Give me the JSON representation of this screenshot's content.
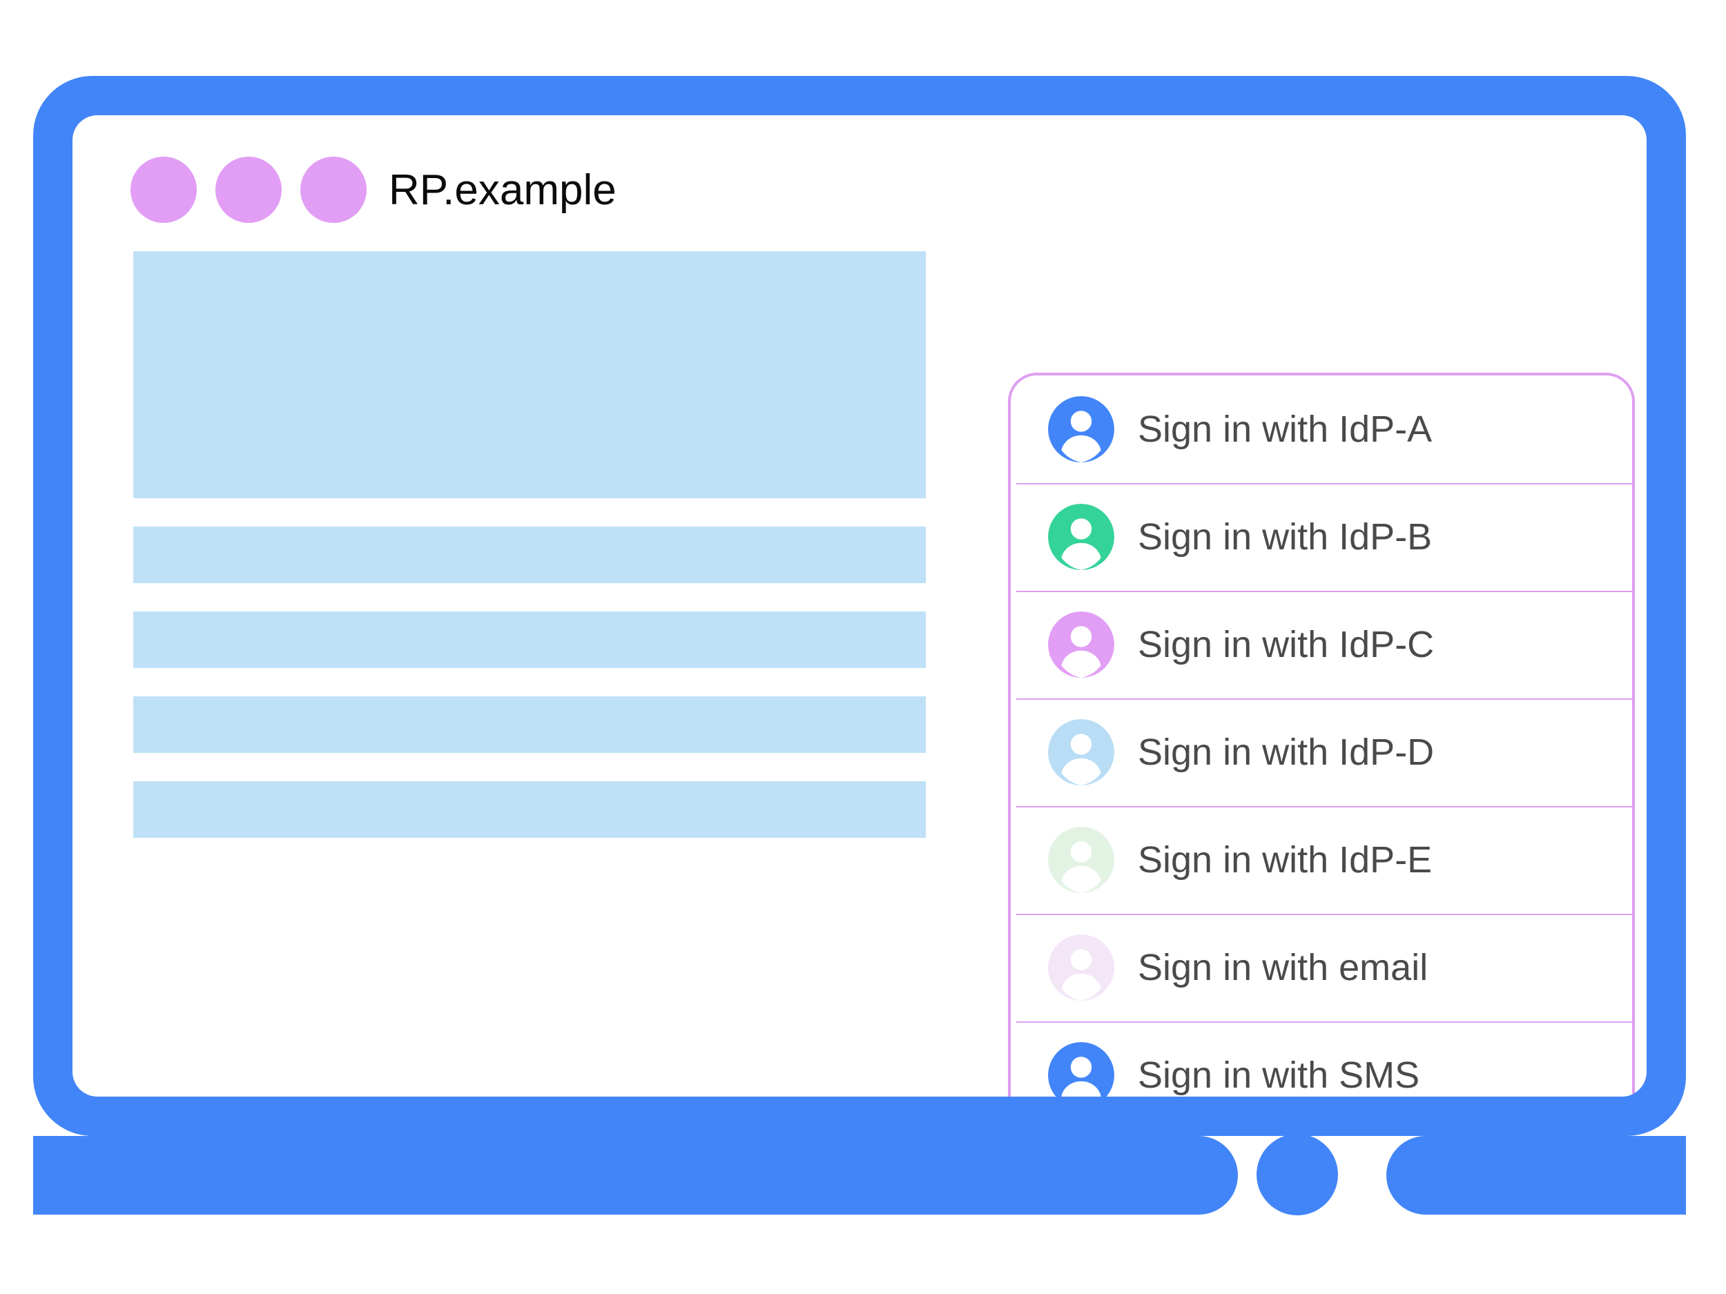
{
  "browser": {
    "title": "RP.example",
    "window_dots": [
      {
        "name": "window-dot-1",
        "color": "#e29ef5"
      },
      {
        "name": "window-dot-2",
        "color": "#e29ef5"
      },
      {
        "name": "window-dot-3",
        "color": "#e29ef5"
      }
    ],
    "frame_color": "#4285f8",
    "home_button": "home-button"
  },
  "content": {
    "placeholder_color": "#bfe1f7",
    "blocks": [
      {
        "name": "hero-placeholder"
      },
      {
        "name": "text-line-placeholder-1"
      },
      {
        "name": "text-line-placeholder-2"
      },
      {
        "name": "text-line-placeholder-3"
      },
      {
        "name": "text-line-placeholder-4"
      }
    ]
  },
  "account_chooser": {
    "border_color": "#de9ef0",
    "divider_color": "#de9ef0",
    "label_color": "#4a4a4a",
    "options": [
      {
        "label": "Sign in with IdP-A",
        "icon": "account-avatar-icon",
        "avatar_color": "#4285f8",
        "glyph_color": "#ffffff"
      },
      {
        "label": "Sign in with IdP-B",
        "icon": "account-avatar-icon",
        "avatar_color": "#34d399",
        "glyph_color": "#ffffff"
      },
      {
        "label": "Sign in with IdP-C",
        "icon": "account-avatar-icon",
        "avatar_color": "#e29ef5",
        "glyph_color": "#ffffff"
      },
      {
        "label": "Sign in with IdP-D",
        "icon": "account-avatar-icon",
        "avatar_color": "#b8ddf5",
        "glyph_color": "#ffffff"
      },
      {
        "label": "Sign in with IdP-E",
        "icon": "account-avatar-icon",
        "avatar_color": "#e2f3e4",
        "glyph_color": "#ffffff"
      },
      {
        "label": "Sign in with email",
        "icon": "account-avatar-icon",
        "avatar_color": "#f3e6f7",
        "glyph_color": "#ffffff"
      },
      {
        "label": "Sign in with SMS",
        "icon": "account-avatar-icon",
        "avatar_color": "#4285f8",
        "glyph_color": "#ffffff"
      }
    ]
  }
}
